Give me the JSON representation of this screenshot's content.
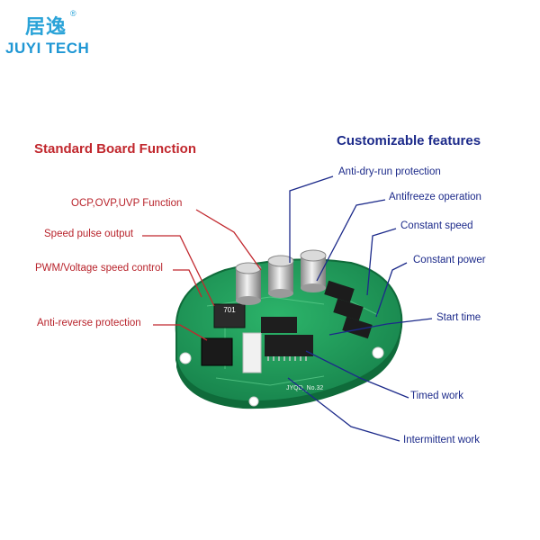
{
  "logo": {
    "chinese_text": "居逸",
    "registered_mark": "®",
    "english_text": "JUYI TECH"
  },
  "standard": {
    "heading": "Standard Board Function",
    "items": [
      "OCP,OVP,UVP Function",
      "Speed pulse output",
      "PWM/Voltage speed control",
      "Anti-reverse protection"
    ]
  },
  "custom": {
    "heading": "Customizable features",
    "items": [
      "Anti-dry-run protection",
      "Antifreeze operation",
      "Constant speed",
      "Constant power",
      "Start time",
      "Timed work",
      "Intermittent work"
    ]
  },
  "board": {
    "inductor_marking": "701",
    "silkscreen_text": "JYQD_No.32"
  },
  "colors": {
    "brand": "#1f97d4",
    "standard_red": "#c1272d",
    "custom_blue": "#1c2a8a",
    "pcb_green": "#1f9a57"
  }
}
